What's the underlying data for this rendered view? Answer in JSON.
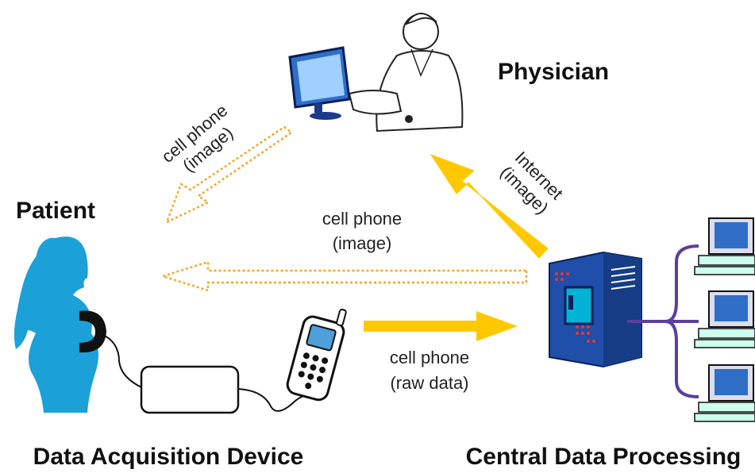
{
  "nodes": {
    "physician": {
      "label": "Physician"
    },
    "patient": {
      "label": "Patient"
    },
    "device": {
      "label": "Data Acquisition Device"
    },
    "processing": {
      "label": "Central Data Processing"
    }
  },
  "edges": {
    "physician_to_patient": {
      "line1": "cell phone",
      "line2": "(image)"
    },
    "processing_to_patient": {
      "line1": "cell phone",
      "line2": "(image)"
    },
    "processing_to_physician": {
      "line1": "Internet",
      "line2": "(image)"
    },
    "device_to_processing": {
      "line1": "cell phone",
      "line2": "(raw data)"
    }
  },
  "colors": {
    "arrow_solid": "#FFC800",
    "arrow_dotted": "#F5A623",
    "patient_fill": "#1BA0D8",
    "server_blue": "#1F4FA8",
    "monitor_blue": "#2F6FC7"
  },
  "icons": [
    "physician-icon",
    "patient-silhouette-icon",
    "acquisition-box-icon",
    "cell-phone-icon",
    "server-icon",
    "computer-terminal-icon"
  ]
}
